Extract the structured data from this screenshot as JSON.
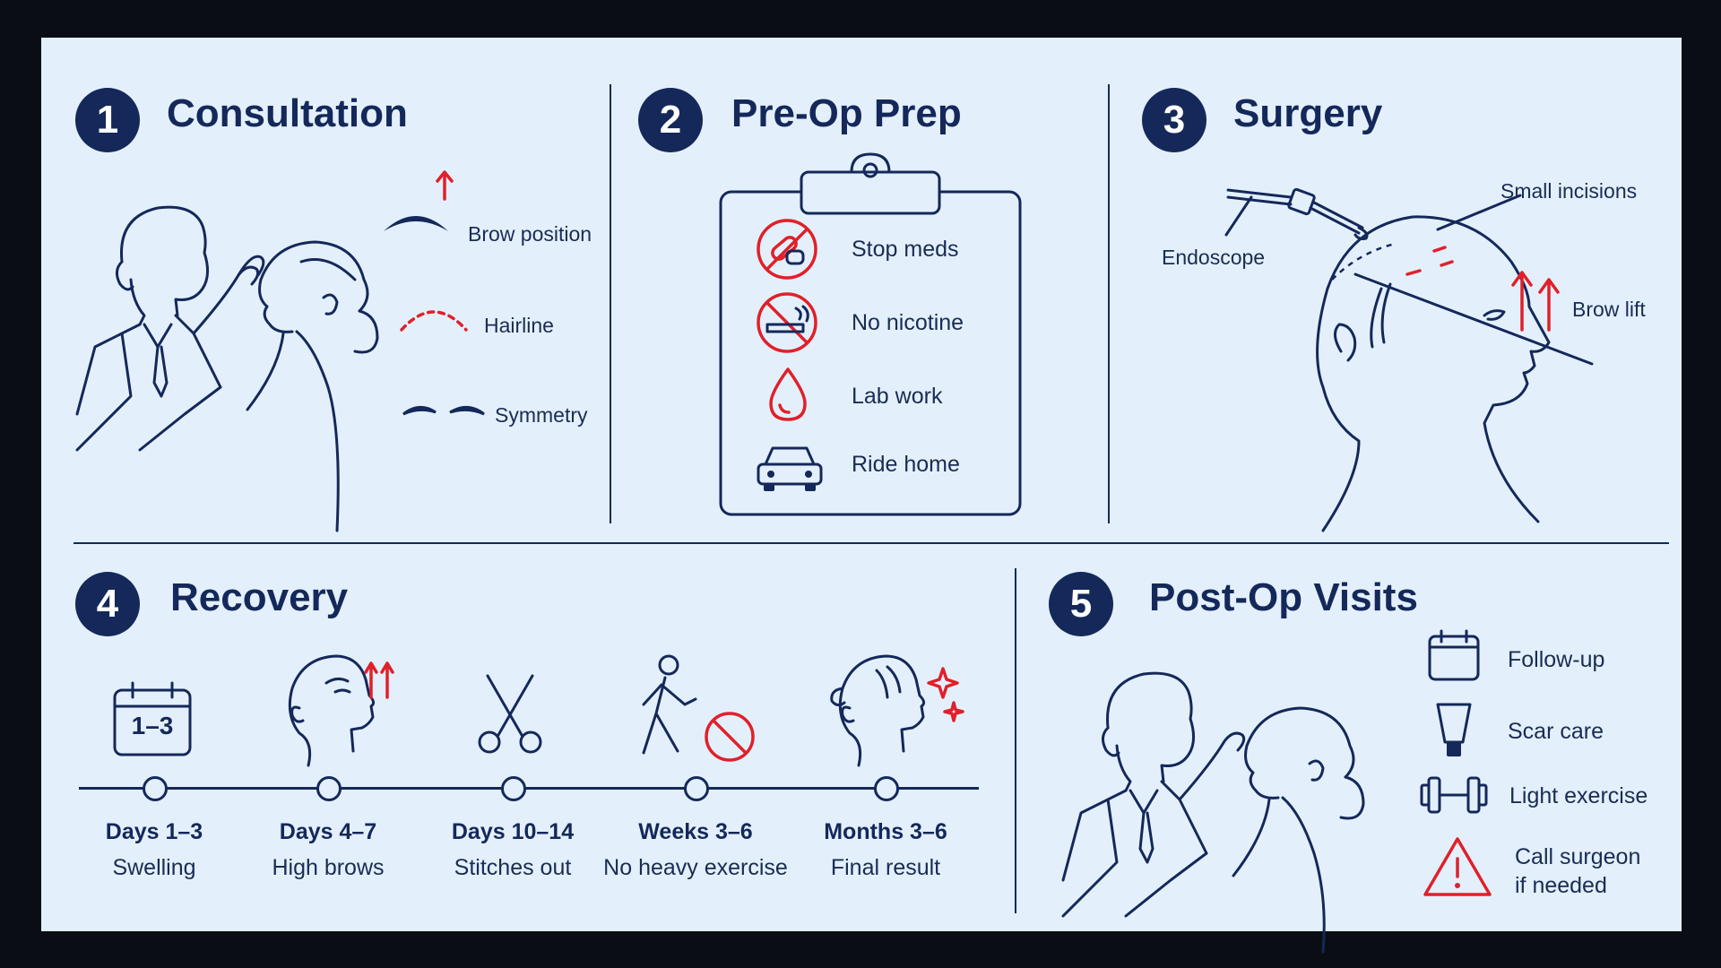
{
  "steps": [
    {
      "number": "1",
      "title": "Consultation"
    },
    {
      "number": "2",
      "title": "Pre-Op Prep"
    },
    {
      "number": "3",
      "title": "Surgery"
    },
    {
      "number": "4",
      "title": "Recovery"
    },
    {
      "number": "5",
      "title": "Post-Op Visits"
    }
  ],
  "consultation": {
    "items": [
      "Brow position",
      "Hairline",
      "Symmetry"
    ]
  },
  "preop": {
    "items": [
      {
        "label": "Stop meds",
        "icon": "no-pills-icon"
      },
      {
        "label": "No nicotine",
        "icon": "no-smoking-icon"
      },
      {
        "label": "Lab work",
        "icon": "blood-drop-icon"
      },
      {
        "label": "Ride home",
        "icon": "car-icon"
      }
    ]
  },
  "surgery": {
    "labels": {
      "endoscope": "Endoscope",
      "incisions": "Small incisions",
      "brow_lift": "Brow lift"
    }
  },
  "recovery": {
    "calendar_text": "1–3",
    "milestones": [
      {
        "period": "Days 1–3",
        "desc": "Swelling"
      },
      {
        "period": "Days 4–7",
        "desc": "High brows"
      },
      {
        "period": "Days 10–14",
        "desc": "Stitches out"
      },
      {
        "period": "Weeks 3–6",
        "desc": "No heavy exercise"
      },
      {
        "period": "Months 3–6",
        "desc": "Final result"
      }
    ]
  },
  "postop": {
    "items": [
      {
        "label": "Follow-up",
        "icon": "calendar-icon"
      },
      {
        "label": "Scar care",
        "icon": "cream-tube-icon"
      },
      {
        "label": "Light exercise",
        "icon": "dumbbell-icon"
      },
      {
        "label": "Call surgeon",
        "label2": "if needed",
        "icon": "warning-icon"
      }
    ]
  },
  "colors": {
    "navy": "#14285a",
    "accent_red": "#e0202a",
    "background": "#e3f0fb"
  }
}
